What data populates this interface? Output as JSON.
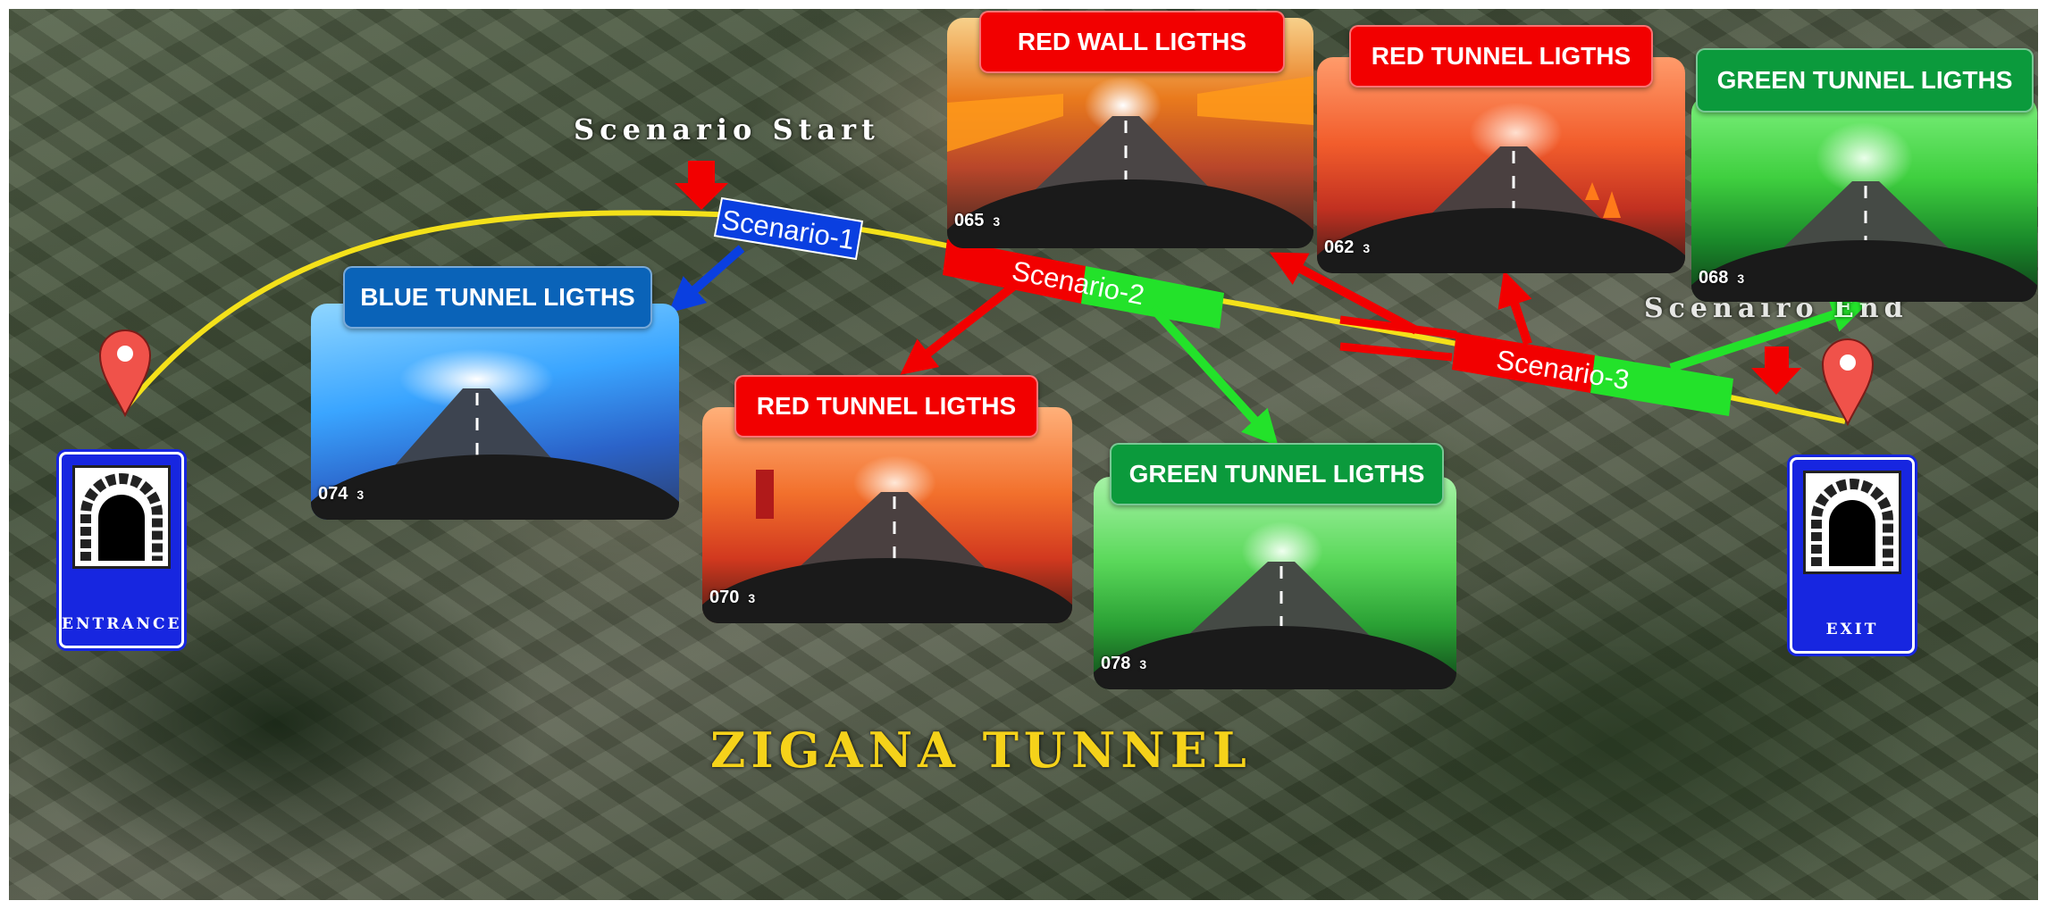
{
  "title": "ZIGANA TUNNEL",
  "scenario_start": "Scenario Start",
  "scenario_end": "Scenairo End",
  "entrance_label": "ENTRANCE",
  "exit_label": "EXIT",
  "scenarios": {
    "s1": "Scenario-1",
    "s2": "Scenario-2",
    "s3": "Scenario-3"
  },
  "panels": {
    "blue": {
      "label": "BLUE TUNNEL LIGTHS",
      "speed": "074",
      "gear": "3"
    },
    "red_wall": {
      "label": "RED WALL LIGTHS",
      "speed": "065",
      "gear": "3"
    },
    "red_tunnel_mid": {
      "label": "RED TUNNEL LIGTHS",
      "speed": "070",
      "gear": "3"
    },
    "green_tunnel_mid": {
      "label": "GREEN TUNNEL LIGTHS",
      "speed": "078",
      "gear": "3"
    },
    "red_tunnel_top": {
      "label": "RED TUNNEL LIGTHS",
      "speed": "062",
      "gear": "3"
    },
    "green_tunnel_top": {
      "label": "GREEN TUNNEL LIGTHS",
      "speed": "068",
      "gear": "3"
    }
  },
  "colors": {
    "route": "#f4e11a",
    "red": "#f20000",
    "blue": "#0a3fe0",
    "green": "#23e22a",
    "title_gold": "#f5d21a"
  }
}
